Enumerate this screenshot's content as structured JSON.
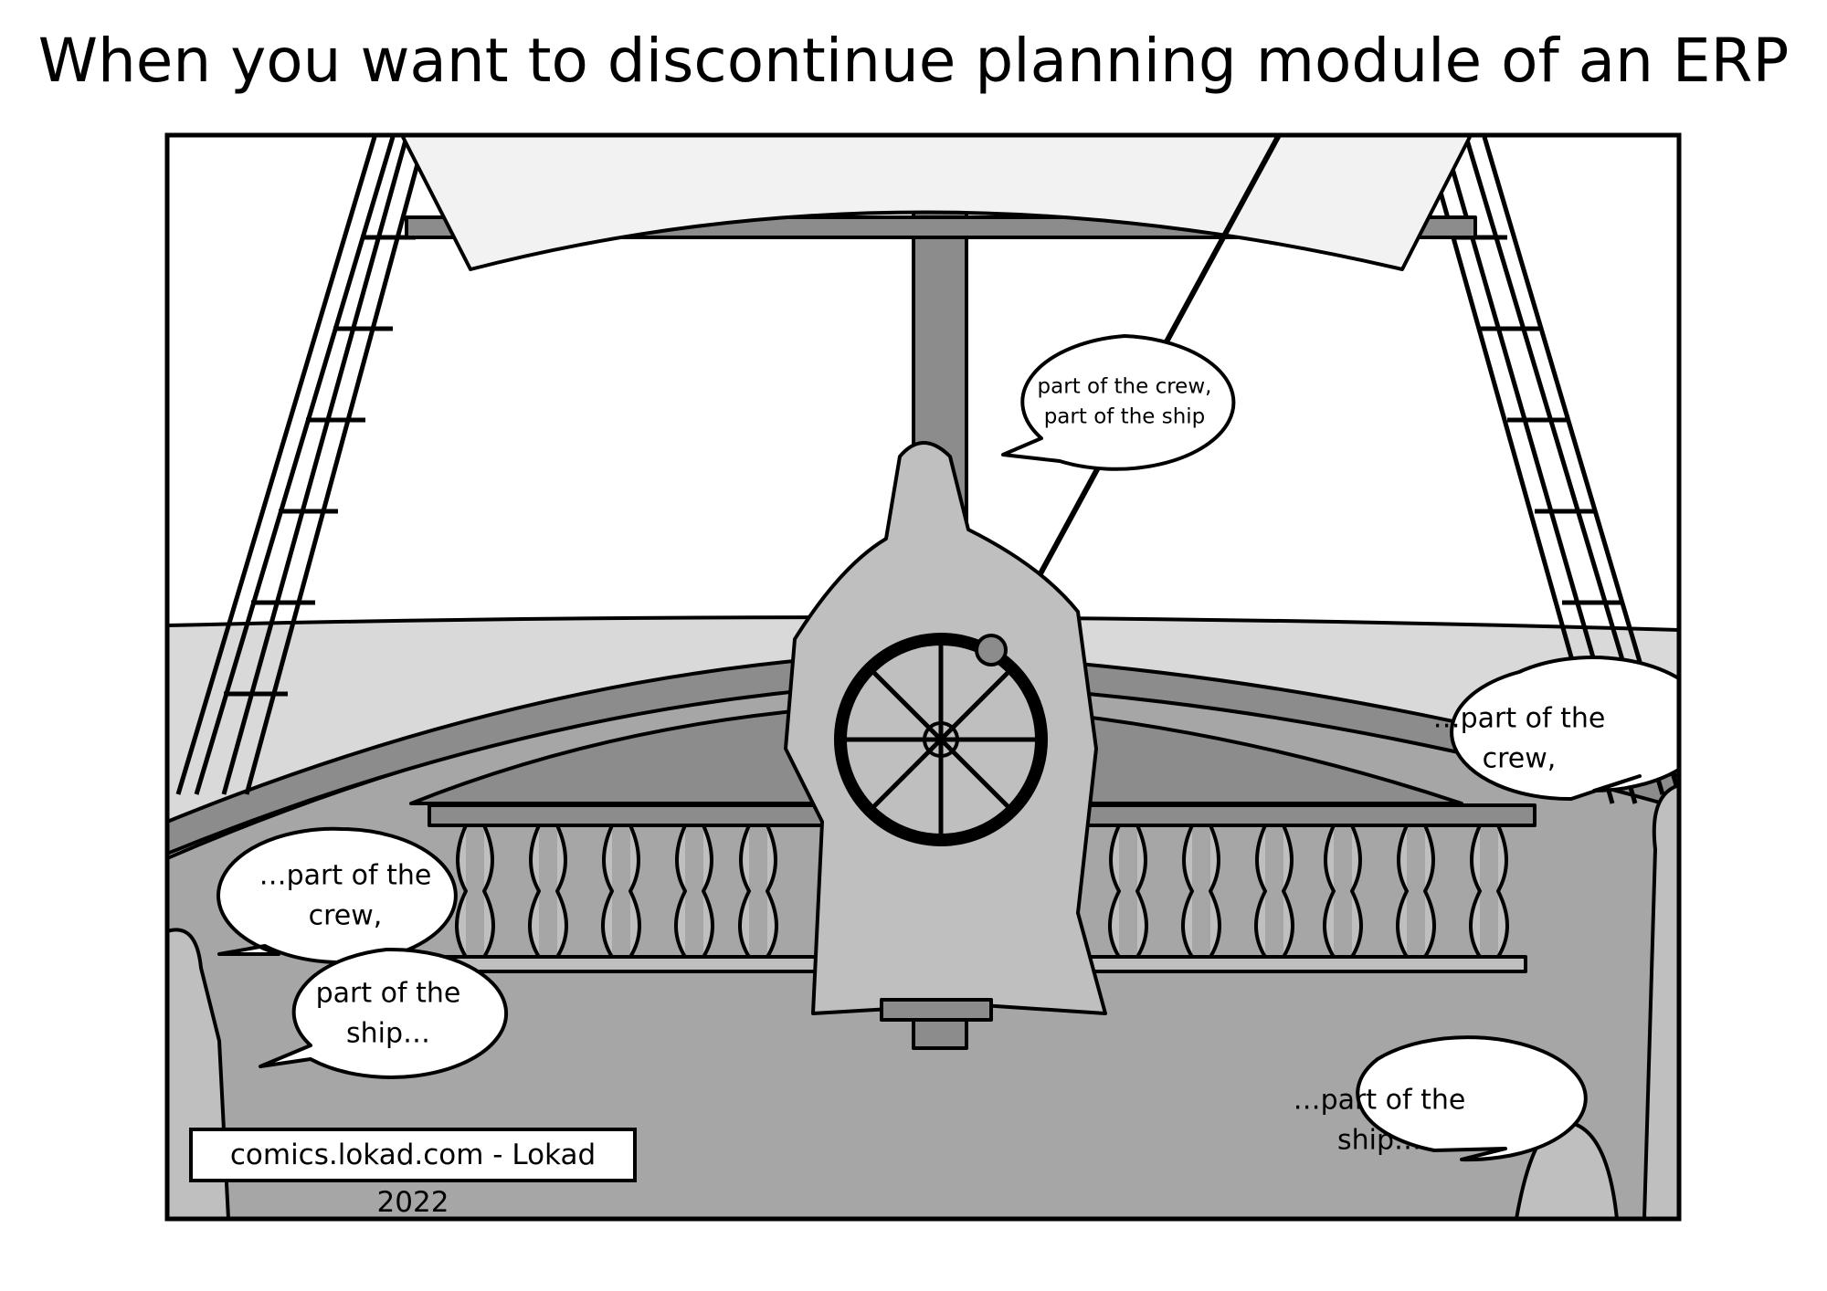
{
  "title": "When you want to discontinue planning module of an ERP",
  "bubbles": [
    {
      "lines": [
        "part of the crew,",
        "part of the ship"
      ]
    },
    {
      "lines": [
        "…part of the",
        "crew,"
      ]
    },
    {
      "lines": [
        "…part of the",
        "crew,"
      ]
    },
    {
      "lines": [
        "part of the",
        "ship…"
      ]
    },
    {
      "lines": [
        "…part of the",
        "ship…"
      ]
    }
  ],
  "credit": "comics.lokad.com - Lokad 2022",
  "colors": {
    "sky": "#ffffff",
    "sea": "#d9d9d9",
    "deck": "#a6a6a6",
    "wood": "#8c8c8c",
    "ink": "#000000"
  }
}
